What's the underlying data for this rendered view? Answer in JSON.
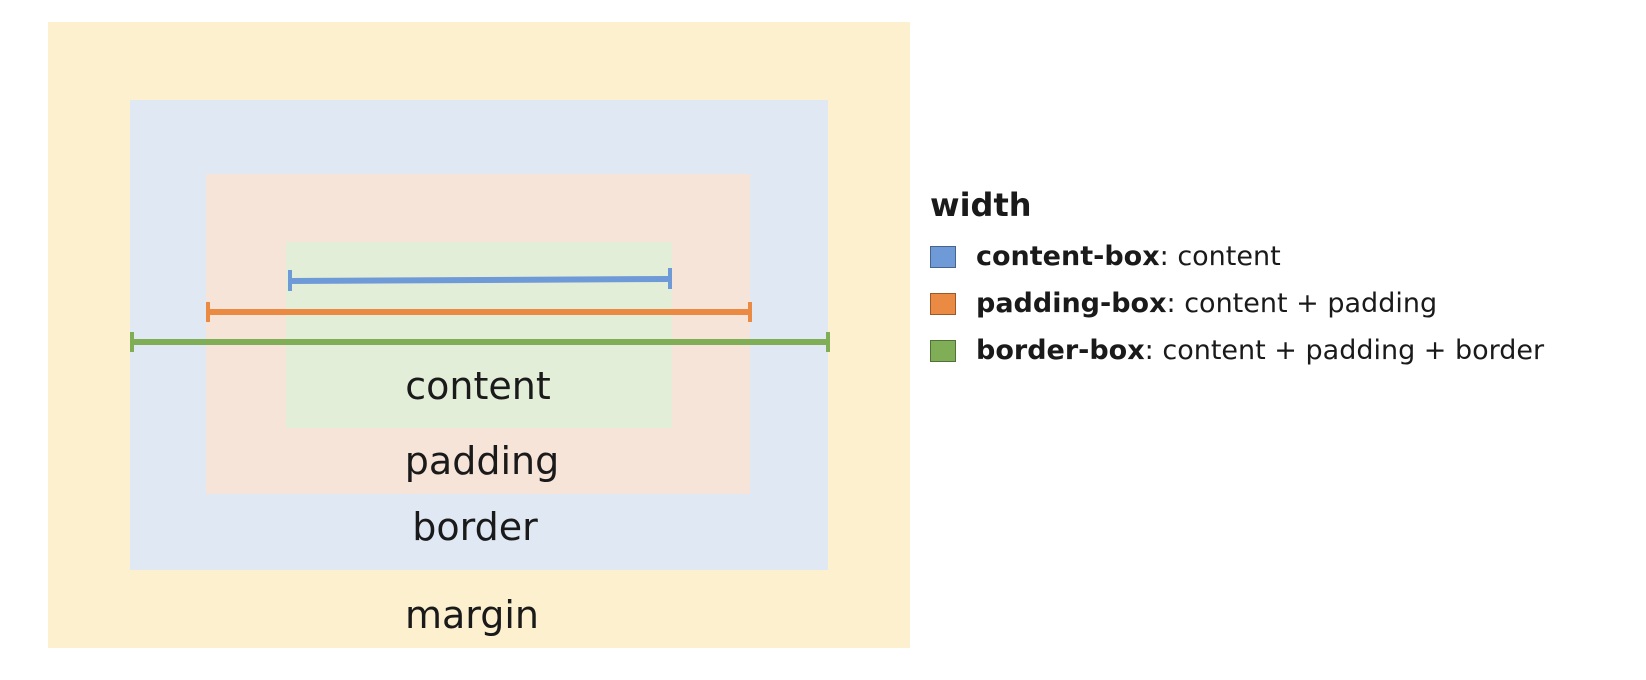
{
  "diagram": {
    "regions": {
      "margin": {
        "label": "margin",
        "color": "#fcf0cf"
      },
      "border": {
        "label": "border",
        "color": "#dfe8f3"
      },
      "padding": {
        "label": "padding",
        "color": "#f6e4d9"
      },
      "content": {
        "label": "content",
        "color": "#e3eed9"
      }
    },
    "measures": [
      {
        "id": "content-box",
        "color": "#6f9ad8"
      },
      {
        "id": "padding-box",
        "color": "#ea8a43"
      },
      {
        "id": "border-box",
        "color": "#7fae56"
      }
    ]
  },
  "legend": {
    "title": "width",
    "items": [
      {
        "key": "content-box",
        "separator": ":",
        "desc": " content",
        "color": "#6f9ad8"
      },
      {
        "key": "padding-box",
        "separator": ":",
        "desc": " content + padding",
        "color": "#ea8a43"
      },
      {
        "key": "border-box",
        "separator": ":",
        "desc": " content + padding + border",
        "color": "#7fae56"
      }
    ]
  }
}
